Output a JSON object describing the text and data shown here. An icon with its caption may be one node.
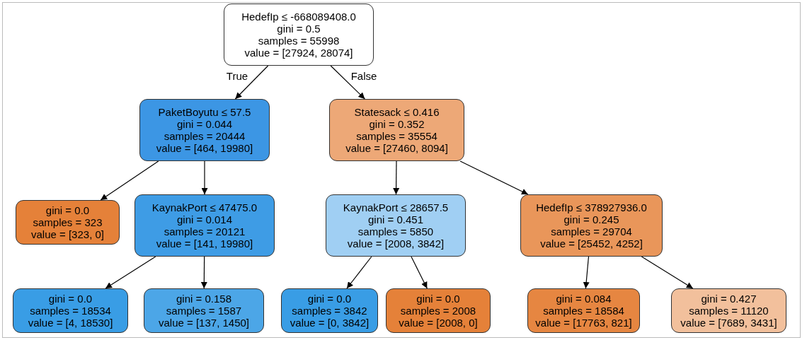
{
  "diagram": {
    "nodes": [
      {
        "text": [
          "HedefIp ≤ -668089408.0",
          "gini = 0.5",
          "samples = 55998",
          "value = [27924, 28074]"
        ]
      },
      {
        "text": [
          "PaketBoyutu ≤ 57.5",
          "gini = 0.044",
          "samples = 20444",
          "value = [464, 19980]"
        ]
      },
      {
        "text": [
          "Statesack ≤ 0.416",
          "gini = 0.352",
          "samples = 35554",
          "value = [27460, 8094]"
        ]
      },
      {
        "text": [
          "gini = 0.0",
          "samples = 323",
          "value = [323, 0]"
        ]
      },
      {
        "text": [
          "KaynakPort ≤ 47475.0",
          "gini = 0.014",
          "samples = 20121",
          "value = [141, 19980]"
        ]
      },
      {
        "text": [
          "KaynakPort ≤ 28657.5",
          "gini = 0.451",
          "samples = 5850",
          "value = [2008, 3842]"
        ]
      },
      {
        "text": [
          "HedefIp ≤ 378927936.0",
          "gini = 0.245",
          "samples = 29704",
          "value = [25452, 4252]"
        ]
      },
      {
        "text": [
          "gini = 0.0",
          "samples = 18534",
          "value = [4, 18530]"
        ]
      },
      {
        "text": [
          "gini = 0.158",
          "samples = 1587",
          "value = [137, 1450]"
        ]
      },
      {
        "text": [
          "gini = 0.0",
          "samples = 3842",
          "value = [0, 3842]"
        ]
      },
      {
        "text": [
          "gini = 0.0",
          "samples = 2008",
          "value = [2008, 0]"
        ]
      },
      {
        "text": [
          "gini = 0.084",
          "samples = 18584",
          "value = [17763, 821]"
        ]
      },
      {
        "text": [
          "gini = 0.427",
          "samples = 11120",
          "value = [7689, 3431]"
        ]
      }
    ],
    "edges": [
      {
        "from": 0,
        "to": 1,
        "arrow": "to",
        "label": "True"
      },
      {
        "from": 0,
        "to": 2,
        "arrow": "to",
        "label": "False"
      },
      {
        "from": 1,
        "to": 3,
        "arrow": "to"
      },
      {
        "from": 1,
        "to": 4,
        "arrow": "to"
      },
      {
        "from": 2,
        "to": 5,
        "arrow": "to"
      },
      {
        "from": 2,
        "to": 6,
        "arrow": "to"
      },
      {
        "from": 4,
        "to": 7,
        "arrow": "to"
      },
      {
        "from": 4,
        "to": 8,
        "arrow": "to"
      },
      {
        "from": 5,
        "to": 9,
        "arrow": "to"
      },
      {
        "from": 5,
        "to": 10,
        "arrow": "to"
      },
      {
        "from": 6,
        "to": 11,
        "arrow": "to"
      },
      {
        "from": 6,
        "to": 12,
        "arrow": "to"
      }
    ]
  }
}
